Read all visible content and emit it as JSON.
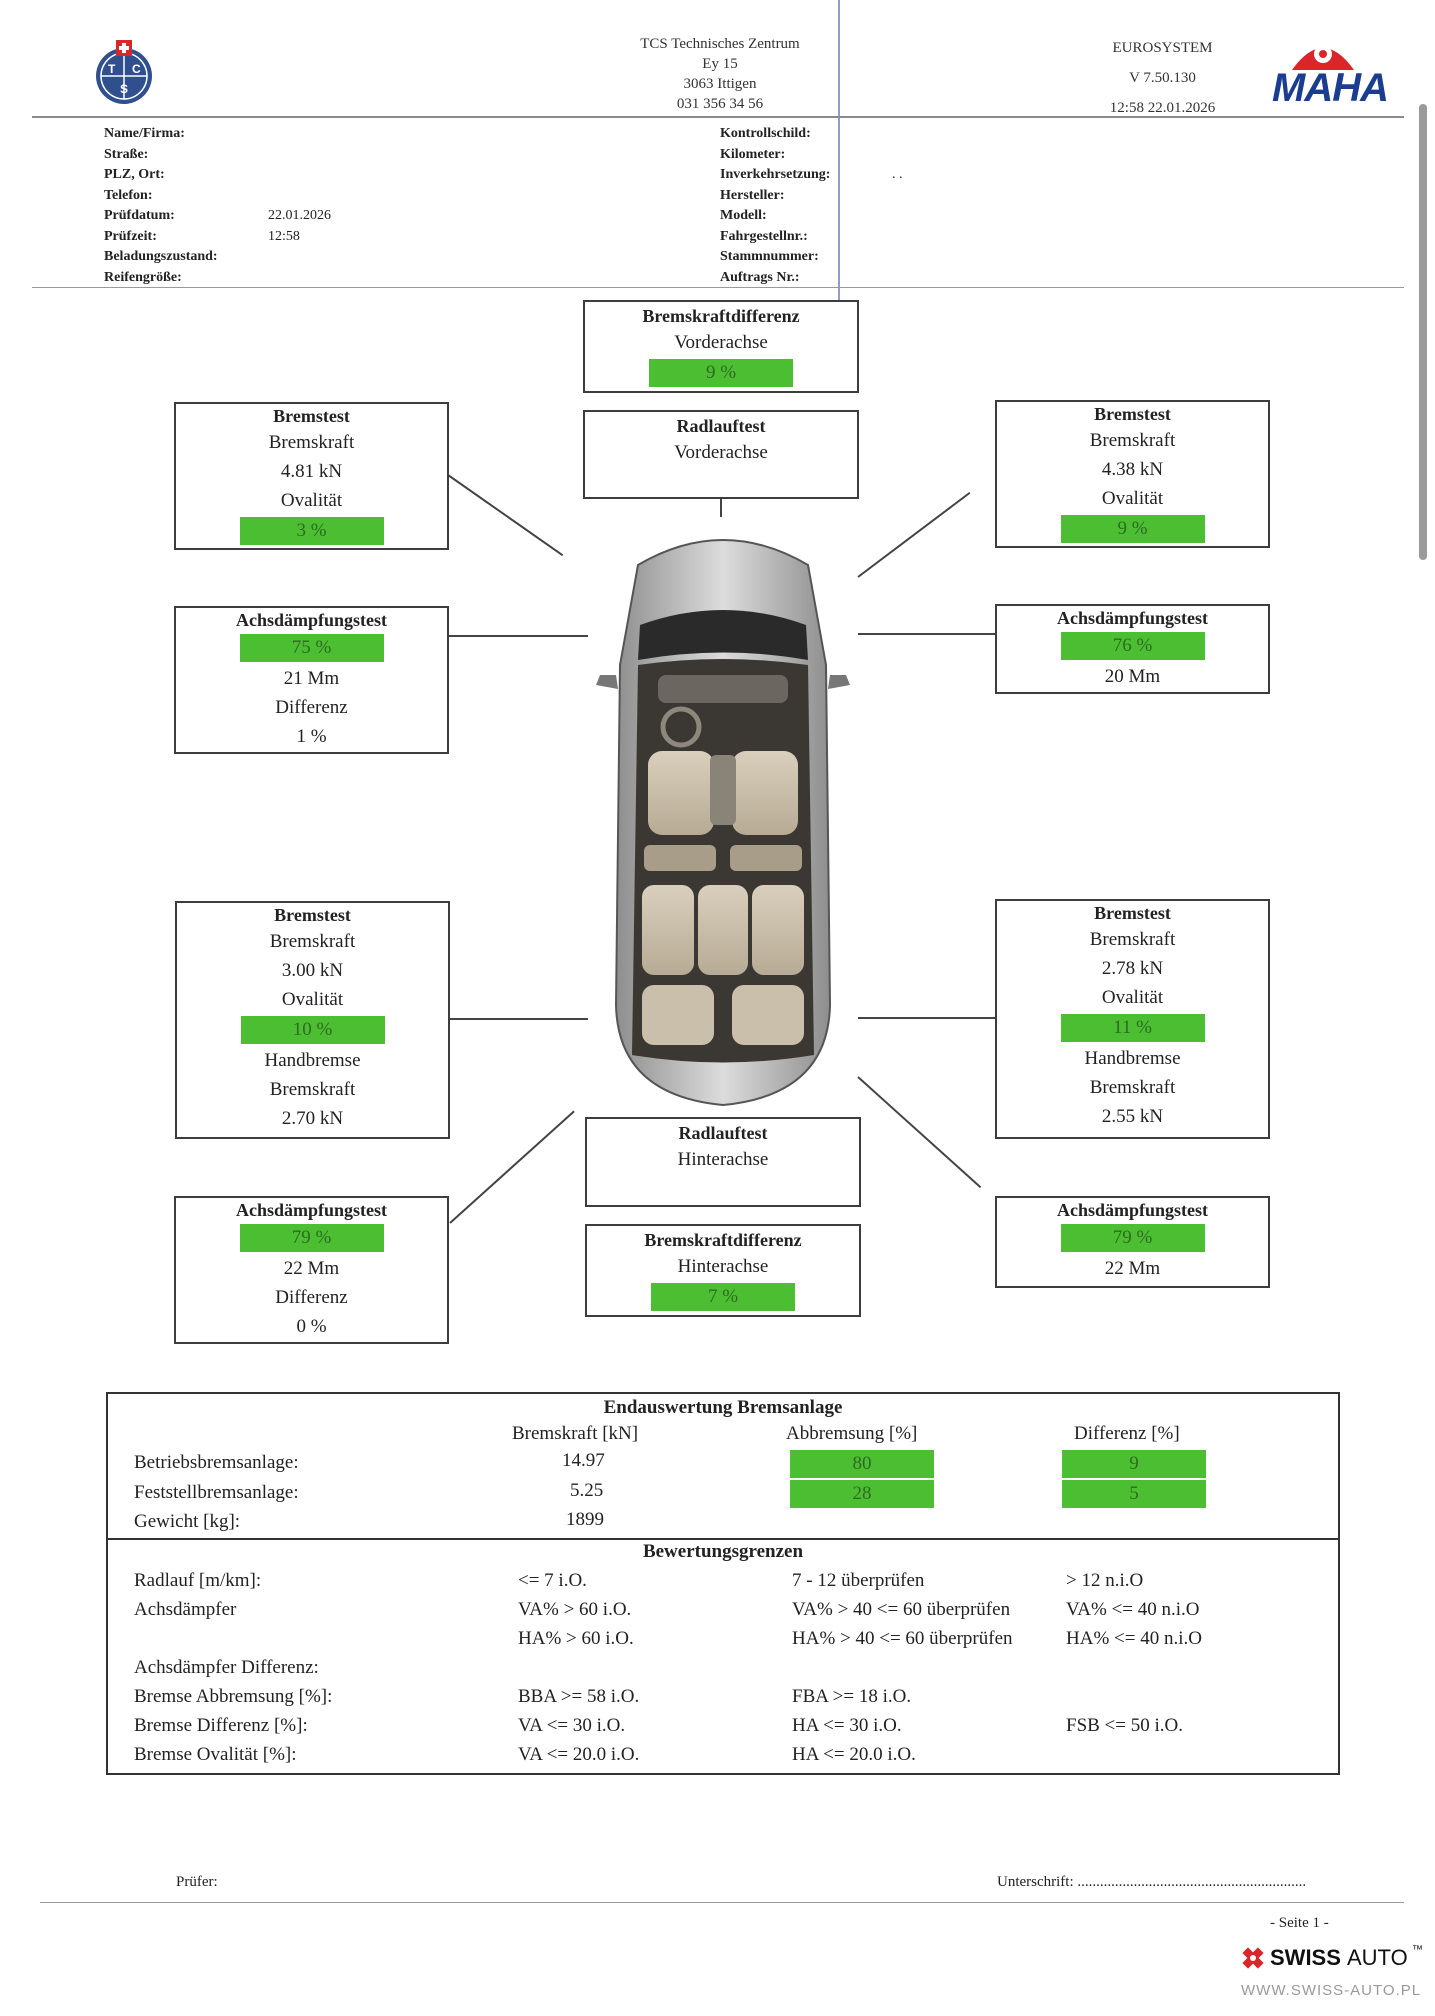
{
  "header": {
    "center_lines": [
      "TCS Technisches Zentrum",
      "Ey 15",
      "3063 Ittigen",
      "031 356 34 56"
    ],
    "system": "EUROSYSTEM",
    "version": "V 7.50.130",
    "datetime": "12:58  22.01.2026",
    "logo_left_letters": [
      "T",
      "C",
      "S"
    ],
    "logo_right_text": "MAHA"
  },
  "info_left": [
    {
      "label": "Name/Firma:",
      "value": ""
    },
    {
      "label": "Straße:",
      "value": ""
    },
    {
      "label": "PLZ, Ort:",
      "value": ""
    },
    {
      "label": "Telefon:",
      "value": ""
    },
    {
      "label": "Prüfdatum:",
      "value": "22.01.2026"
    },
    {
      "label": "Prüfzeit:",
      "value": "12:58"
    },
    {
      "label": "Beladungszustand:",
      "value": ""
    },
    {
      "label": "Reifengröße:",
      "value": ""
    }
  ],
  "info_right": [
    {
      "label": "Kontrollschild:",
      "value": ""
    },
    {
      "label": "Kilometer:",
      "value": ""
    },
    {
      "label": "Inverkehrsetzung:",
      "value": ". ."
    },
    {
      "label": "Hersteller:",
      "value": ""
    },
    {
      "label": "Modell:",
      "value": ""
    },
    {
      "label": "Fahrgestellnr.:",
      "value": ""
    },
    {
      "label": "Stammnummer:",
      "value": ""
    },
    {
      "label": "Auftrags Nr.:",
      "value": ""
    }
  ],
  "front_diff": {
    "title": "Bremskraftdifferenz",
    "axle": "Vorderachse",
    "value": "9 %"
  },
  "front_wheel": {
    "title": "Radlauftest",
    "axle": "Vorderachse"
  },
  "rear_wheel": {
    "title": "Radlauftest",
    "axle": "Hinterachse"
  },
  "rear_diff": {
    "title": "Bremskraftdifferenz",
    "axle": "Hinterachse",
    "value": "7 %"
  },
  "brake_fl": {
    "title": "Bremstest",
    "force_label": "Bremskraft",
    "force": "4.81 kN",
    "oval_label": "Ovalität",
    "oval": "3 %"
  },
  "brake_fr": {
    "title": "Bremstest",
    "force_label": "Bremskraft",
    "force": "4.38 kN",
    "oval_label": "Ovalität",
    "oval": "9 %"
  },
  "damp_fl": {
    "title": "Achsdämpfungstest",
    "percent": "75 %",
    "mm": "21 Mm",
    "diff_label": "Differenz",
    "diff": "1 %"
  },
  "damp_fr": {
    "title": "Achsdämpfungstest",
    "percent": "76 %",
    "mm": "20 Mm"
  },
  "brake_rl": {
    "title": "Bremstest",
    "force_label": "Bremskraft",
    "force": "3.00 kN",
    "oval_label": "Ovalität",
    "oval": "10 %",
    "hb_label": "Handbremse",
    "hb_force_label": "Bremskraft",
    "hb_force": "2.70 kN"
  },
  "brake_rr": {
    "title": "Bremstest",
    "force_label": "Bremskraft",
    "force": "2.78 kN",
    "oval_label": "Ovalität",
    "oval": "11 %",
    "hb_label": "Handbremse",
    "hb_force_label": "Bremskraft",
    "hb_force": "2.55 kN"
  },
  "damp_rl": {
    "title": "Achsdämpfungstest",
    "percent": "79 %",
    "mm": "22 Mm",
    "diff_label": "Differenz",
    "diff": "0 %"
  },
  "damp_rr": {
    "title": "Achsdämpfungstest",
    "percent": "79 %",
    "mm": "22 Mm"
  },
  "final": {
    "title": "Endauswertung Bremsanlage",
    "col_force": "Bremskraft [kN]",
    "col_decel": "Abbremsung [%]",
    "col_diff": "Differenz [%]",
    "rows": [
      {
        "label": "Betriebsbremsanlage:",
        "force": "14.97",
        "decel": "80",
        "diff": "9"
      },
      {
        "label": "Feststellbremsanlage:",
        "force": "5.25",
        "decel": "28",
        "diff": "5"
      },
      {
        "label": "Gewicht [kg]:",
        "force": "1899"
      }
    ],
    "limits_title": "Bewertungsgrenzen",
    "limits": [
      [
        "Radlauf [m/km]:",
        "<= 7 i.O.",
        "7 - 12 überprüfen",
        "> 12 n.i.O"
      ],
      [
        "Achsdämpfer",
        "VA% > 60 i.O.",
        "VA% > 40 <= 60 überprüfen",
        "VA% <= 40 n.i.O"
      ],
      [
        "",
        "HA% > 60 i.O.",
        "HA% > 40 <= 60 überprüfen",
        "HA% <= 40 n.i.O"
      ],
      [
        "Achsdämpfer Differenz:",
        "",
        "",
        ""
      ],
      [
        "Bremse Abbremsung [%]:",
        "BBA >= 58 i.O.",
        "FBA >= 18 i.O.",
        ""
      ],
      [
        "Bremse Differenz [%]:",
        "VA <= 30 i.O.",
        "HA <= 30 i.O.",
        "FSB <= 50 i.O."
      ],
      [
        "Bremse Ovalität [%]:",
        "VA <= 20.0 i.O.",
        "HA <= 20.0 i.O.",
        ""
      ]
    ]
  },
  "footer": {
    "pruefer": "Prüfer:",
    "signature": "Unterschrift: .............................................................",
    "page": "- Seite 1 -"
  },
  "watermark": {
    "brand_bold": "SWISS",
    "brand_rest": "AUTO",
    "tm": "™",
    "url": "WWW.SWISS-AUTO.PL"
  },
  "colors": {
    "pass_green": "#4bbf31",
    "maha_red": "#d9262b",
    "maha_blue": "#1b3d8f"
  }
}
